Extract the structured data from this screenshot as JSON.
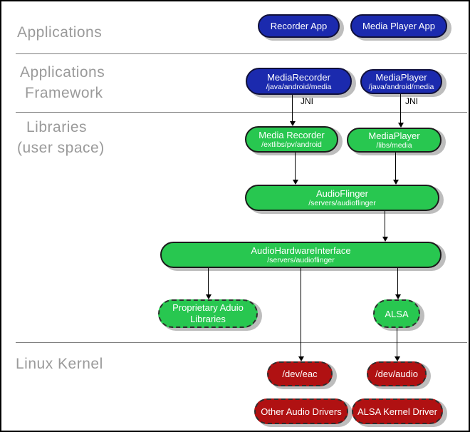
{
  "colors": {
    "blue": "#1b2aae",
    "green": "#28c750",
    "red": "#b01112",
    "shadow": "#bdbdbd",
    "section_label": "#9a9a9a",
    "divider": "#808080"
  },
  "sections": [
    {
      "id": "applications",
      "lines": [
        "Applications"
      ]
    },
    {
      "id": "applications-framework",
      "lines": [
        "Applications",
        "Framework"
      ]
    },
    {
      "id": "libraries-user-space",
      "lines": [
        "Libraries",
        "(user space)"
      ]
    },
    {
      "id": "linux-kernel",
      "lines": [
        "Linux Kernel"
      ]
    }
  ],
  "connector_labels": {
    "jni_left": "JNI",
    "jni_right": "JNI"
  },
  "nodes": {
    "recorder_app": {
      "label": "Recorder App"
    },
    "media_player_app": {
      "label": "Media Player App"
    },
    "media_recorder_framework": {
      "label": "MediaRecorder",
      "path": "/java/android/media"
    },
    "media_player_framework": {
      "label": "MediaPlayer",
      "path": "/java/android/media"
    },
    "media_recorder_lib": {
      "label": "Media Recorder",
      "path": "/extlibs/pv/android"
    },
    "media_player_lib": {
      "label": "MediaPlayer",
      "path": "/libs/media"
    },
    "audio_flinger": {
      "label": "AudioFlinger",
      "path": "/servers/audioflinger"
    },
    "audio_hardware_interface": {
      "label": "AudioHardwareInterface",
      "path": "/servers/audioflinger"
    },
    "proprietary_audio_libraries": {
      "label": "Proprietary Aduio Libraries"
    },
    "alsa": {
      "label": "ALSA"
    },
    "dev_eac": {
      "label": "/dev/eac"
    },
    "dev_audio": {
      "label": "/dev/audio"
    },
    "other_audio_drivers": {
      "label": "Other Audio Drivers"
    },
    "alsa_kernel_driver": {
      "label": "ALSA Kernel Driver"
    }
  }
}
